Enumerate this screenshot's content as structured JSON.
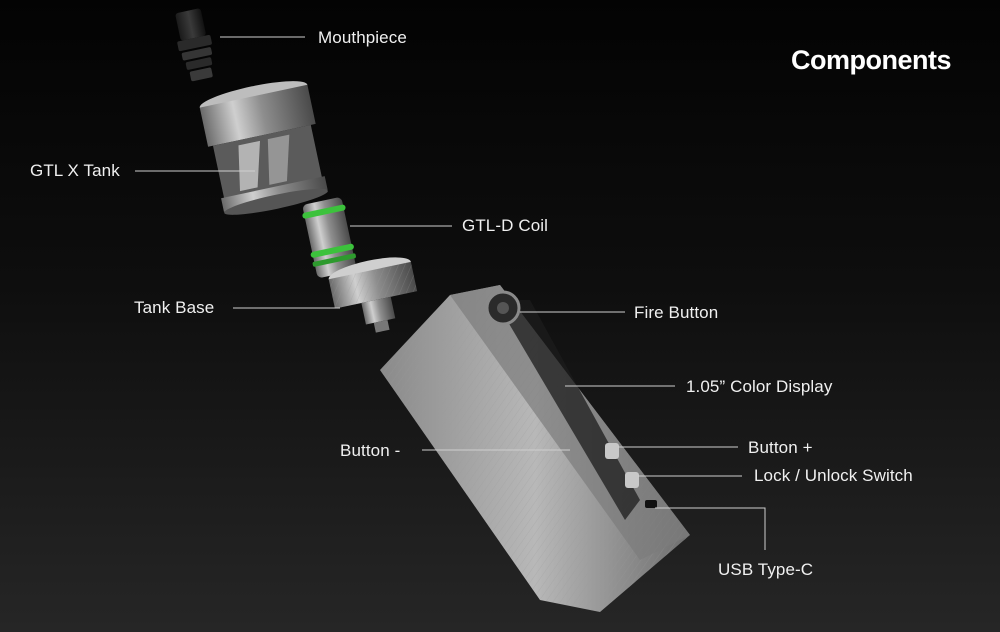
{
  "title": "Components",
  "labels": {
    "mouthpiece": "Mouthpiece",
    "gtl_x_tank": "GTL X Tank",
    "gtl_d_coil": "GTL-D Coil",
    "tank_base": "Tank Base",
    "fire_button": "Fire Button",
    "color_display": "1.05” Color Display",
    "button_minus": "Button -",
    "button_plus": "Button +",
    "lock_switch": "Lock / Unlock Switch",
    "usb_type_c": "USB Type-C"
  },
  "colors": {
    "background_top": "#030303",
    "background_bottom": "#262626",
    "text": "#f0f0f0",
    "leader_line": "#cfcfcf",
    "coil_ring": "#3cc23c"
  },
  "icons": [
    "mouthpiece-icon",
    "tank-icon",
    "coil-icon",
    "tank-base-icon",
    "mod-body-icon"
  ]
}
